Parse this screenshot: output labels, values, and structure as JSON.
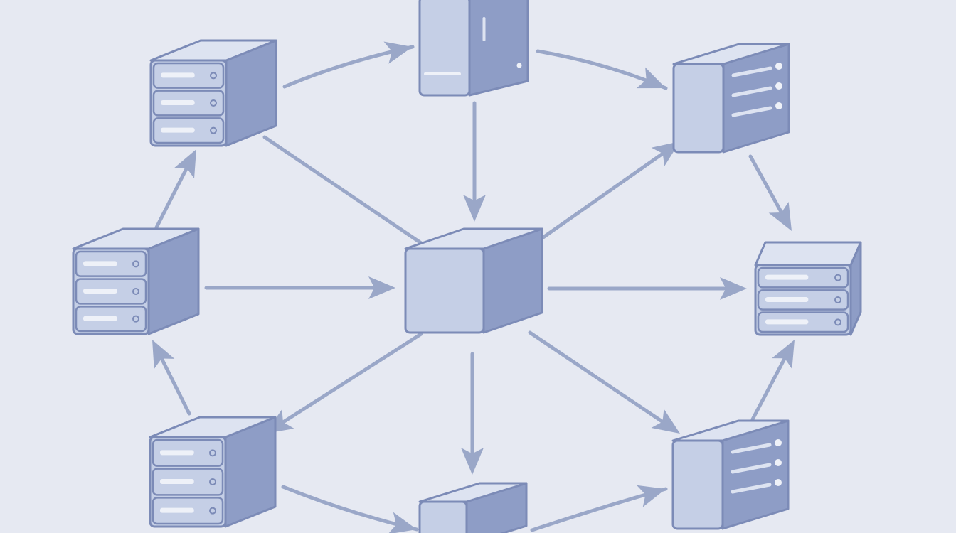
{
  "diagram": {
    "kind": "network-topology",
    "colors": {
      "background": "#e6e9f2",
      "line": "#9aa7c8",
      "face_front": "#c5cfe6",
      "face_top": "#dde3f1",
      "face_side": "#8e9dc6",
      "face_side_dark": "#7f8fbc",
      "stroke": "#7c8bb7",
      "light_bar": "#eef1f8",
      "dot": "#eef1f8"
    },
    "nodes": [
      {
        "id": "hub",
        "kind": "cube"
      },
      {
        "id": "top",
        "kind": "tower"
      },
      {
        "id": "top-left",
        "kind": "rack"
      },
      {
        "id": "top-right",
        "kind": "server-box"
      },
      {
        "id": "mid-left",
        "kind": "rack"
      },
      {
        "id": "mid-right",
        "kind": "rack"
      },
      {
        "id": "bottom-left",
        "kind": "rack"
      },
      {
        "id": "bottom",
        "kind": "cube"
      },
      {
        "id": "bottom-right",
        "kind": "server-box"
      }
    ],
    "connections": [
      {
        "from": "top-left",
        "to": "top",
        "arrow": true
      },
      {
        "from": "top",
        "to": "top-right",
        "arrow": true
      },
      {
        "from": "top",
        "to": "hub",
        "arrow": true
      },
      {
        "from": "top-left",
        "to": "hub",
        "arrow": false
      },
      {
        "from": "hub",
        "to": "top-right",
        "arrow": true
      },
      {
        "from": "top-right",
        "to": "mid-right",
        "arrow": true
      },
      {
        "from": "mid-left",
        "to": "top-left",
        "arrow": true
      },
      {
        "from": "mid-left",
        "to": "hub",
        "arrow": true
      },
      {
        "from": "hub",
        "to": "mid-right",
        "arrow": true
      },
      {
        "from": "hub",
        "to": "bottom-left",
        "arrow": true
      },
      {
        "from": "hub",
        "to": "bottom",
        "arrow": true
      },
      {
        "from": "hub",
        "to": "bottom-right",
        "arrow": true
      },
      {
        "from": "bottom-left",
        "to": "mid-left",
        "arrow": true
      },
      {
        "from": "bottom-right",
        "to": "mid-right",
        "arrow": true
      },
      {
        "from": "bottom-left",
        "to": "bottom",
        "arrow": true
      },
      {
        "from": "bottom",
        "to": "bottom-right",
        "arrow": true
      }
    ]
  }
}
